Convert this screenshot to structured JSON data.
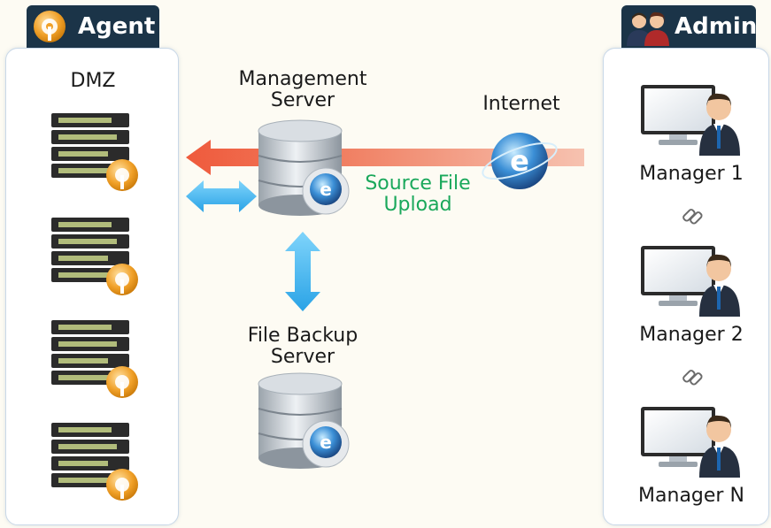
{
  "agent_panel": {
    "tab_label": "Agent",
    "zone_label": "DMZ",
    "server_count": 4
  },
  "admin_panel": {
    "tab_label": "Admin",
    "managers": [
      "Manager 1",
      "Manager 2",
      "Manager N"
    ]
  },
  "center": {
    "management_server_label": "Management Server",
    "file_backup_server_label": "File Backup Server",
    "internet_label": "Internet",
    "upload_label": "Source File Upload"
  },
  "colors": {
    "tab_bg": "#1b3448",
    "upload_text": "#1aa85b",
    "red_arrow": "#ef5a3c",
    "blue_arrow": "#3fb6ef",
    "panel_border": "#c9d8e8"
  }
}
